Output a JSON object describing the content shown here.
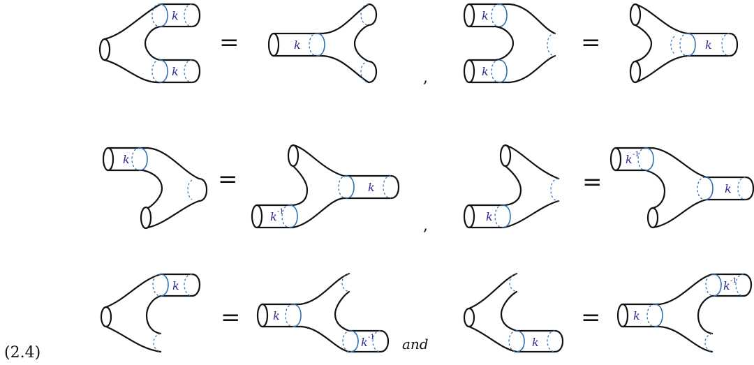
{
  "relation_symbol": "=",
  "separator": ",",
  "conjunction": "and",
  "equation_number": "(2.4)",
  "label": "k",
  "label_inverse_base": "k",
  "label_inverse_exp": "-1",
  "colors": {
    "outline": "#111111",
    "band": "#2f6fb0",
    "label": "#2b2a8c"
  }
}
